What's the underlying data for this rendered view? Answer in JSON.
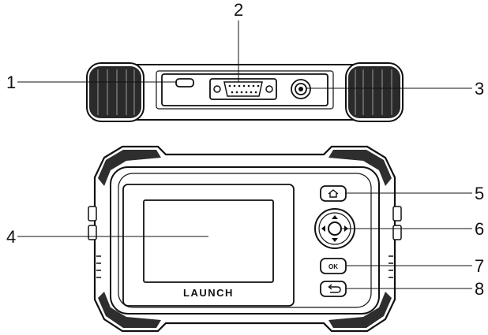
{
  "callouts": [
    {
      "id": "1",
      "label": "1"
    },
    {
      "id": "2",
      "label": "2"
    },
    {
      "id": "3",
      "label": "3"
    },
    {
      "id": "4",
      "label": "4"
    },
    {
      "id": "5",
      "label": "5"
    },
    {
      "id": "6",
      "label": "6"
    },
    {
      "id": "7",
      "label": "7"
    },
    {
      "id": "8",
      "label": "8"
    }
  ],
  "device": {
    "brand": "LAUNCH",
    "ok_label": "OK"
  },
  "icons": {
    "home": "home-icon",
    "back": "back-arrow-icon",
    "dpad": "dpad-arrows-icon"
  }
}
